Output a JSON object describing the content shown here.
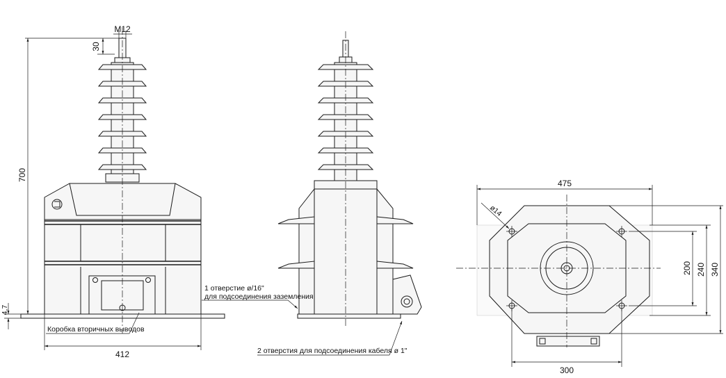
{
  "front_view": {
    "thread_label": "M12",
    "terminal_height": "30",
    "height_total": "700",
    "base_thickness": "4,7",
    "width": "412",
    "box_label": "Коробка вторичных выводов"
  },
  "side_view": {
    "ground_hole_line1": "1 отверстие ø/16\"",
    "ground_hole_line2": "для подсоединения заземления",
    "cable_holes": "2 отверстия для подсоединения кабеля ø 1\""
  },
  "plan_view": {
    "width_outer": "475",
    "hole_diameter": "ø14",
    "depth_inner": "200",
    "depth_mid": "240",
    "depth_outer": "340",
    "width_holes": "300"
  }
}
